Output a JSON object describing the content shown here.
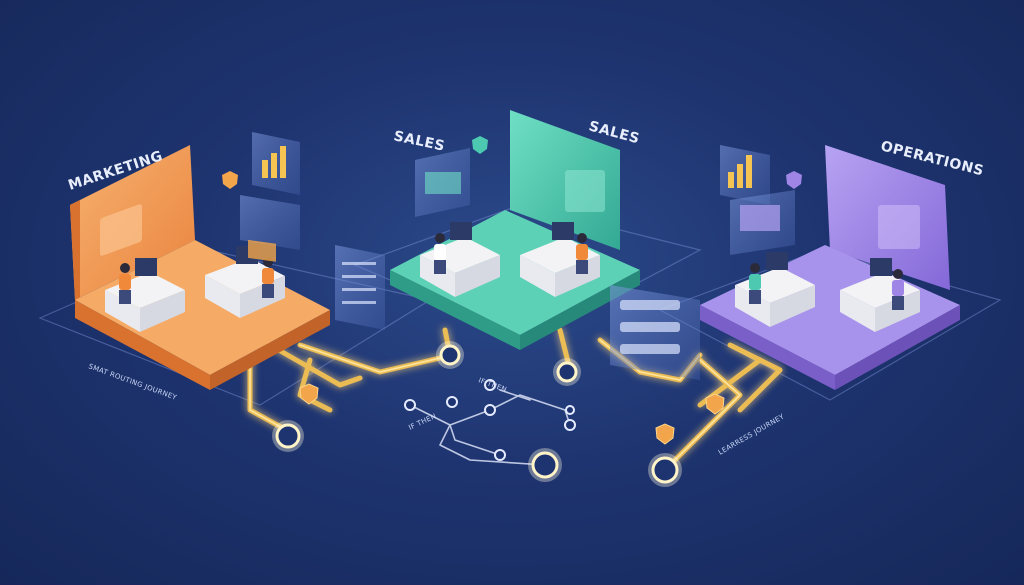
{
  "departments": [
    {
      "label": "MARKETING",
      "color": "#f29a55"
    },
    {
      "label": "SALES",
      "color": "#4cc9b0"
    },
    {
      "label": "OPERATIONS",
      "color": "#9f86e6"
    }
  ],
  "sales_secondary_label": "SALES",
  "annotations": {
    "left_path": "SMAT ROUTING JOURNEY",
    "right_path": "LEARRESS JOURNEY",
    "if_then_top": "IF THEN",
    "if_then_left": "IF THEN"
  },
  "colors": {
    "path": "#f6c453",
    "path_glow": "#ffe9a8",
    "background": "#1e3470",
    "panel": "#5a77c2"
  },
  "icons": [
    "bar-chart-icon",
    "shield-icon",
    "worker-icon",
    "desk-icon",
    "monitor-icon",
    "node-icon",
    "ui-card-icon"
  ]
}
